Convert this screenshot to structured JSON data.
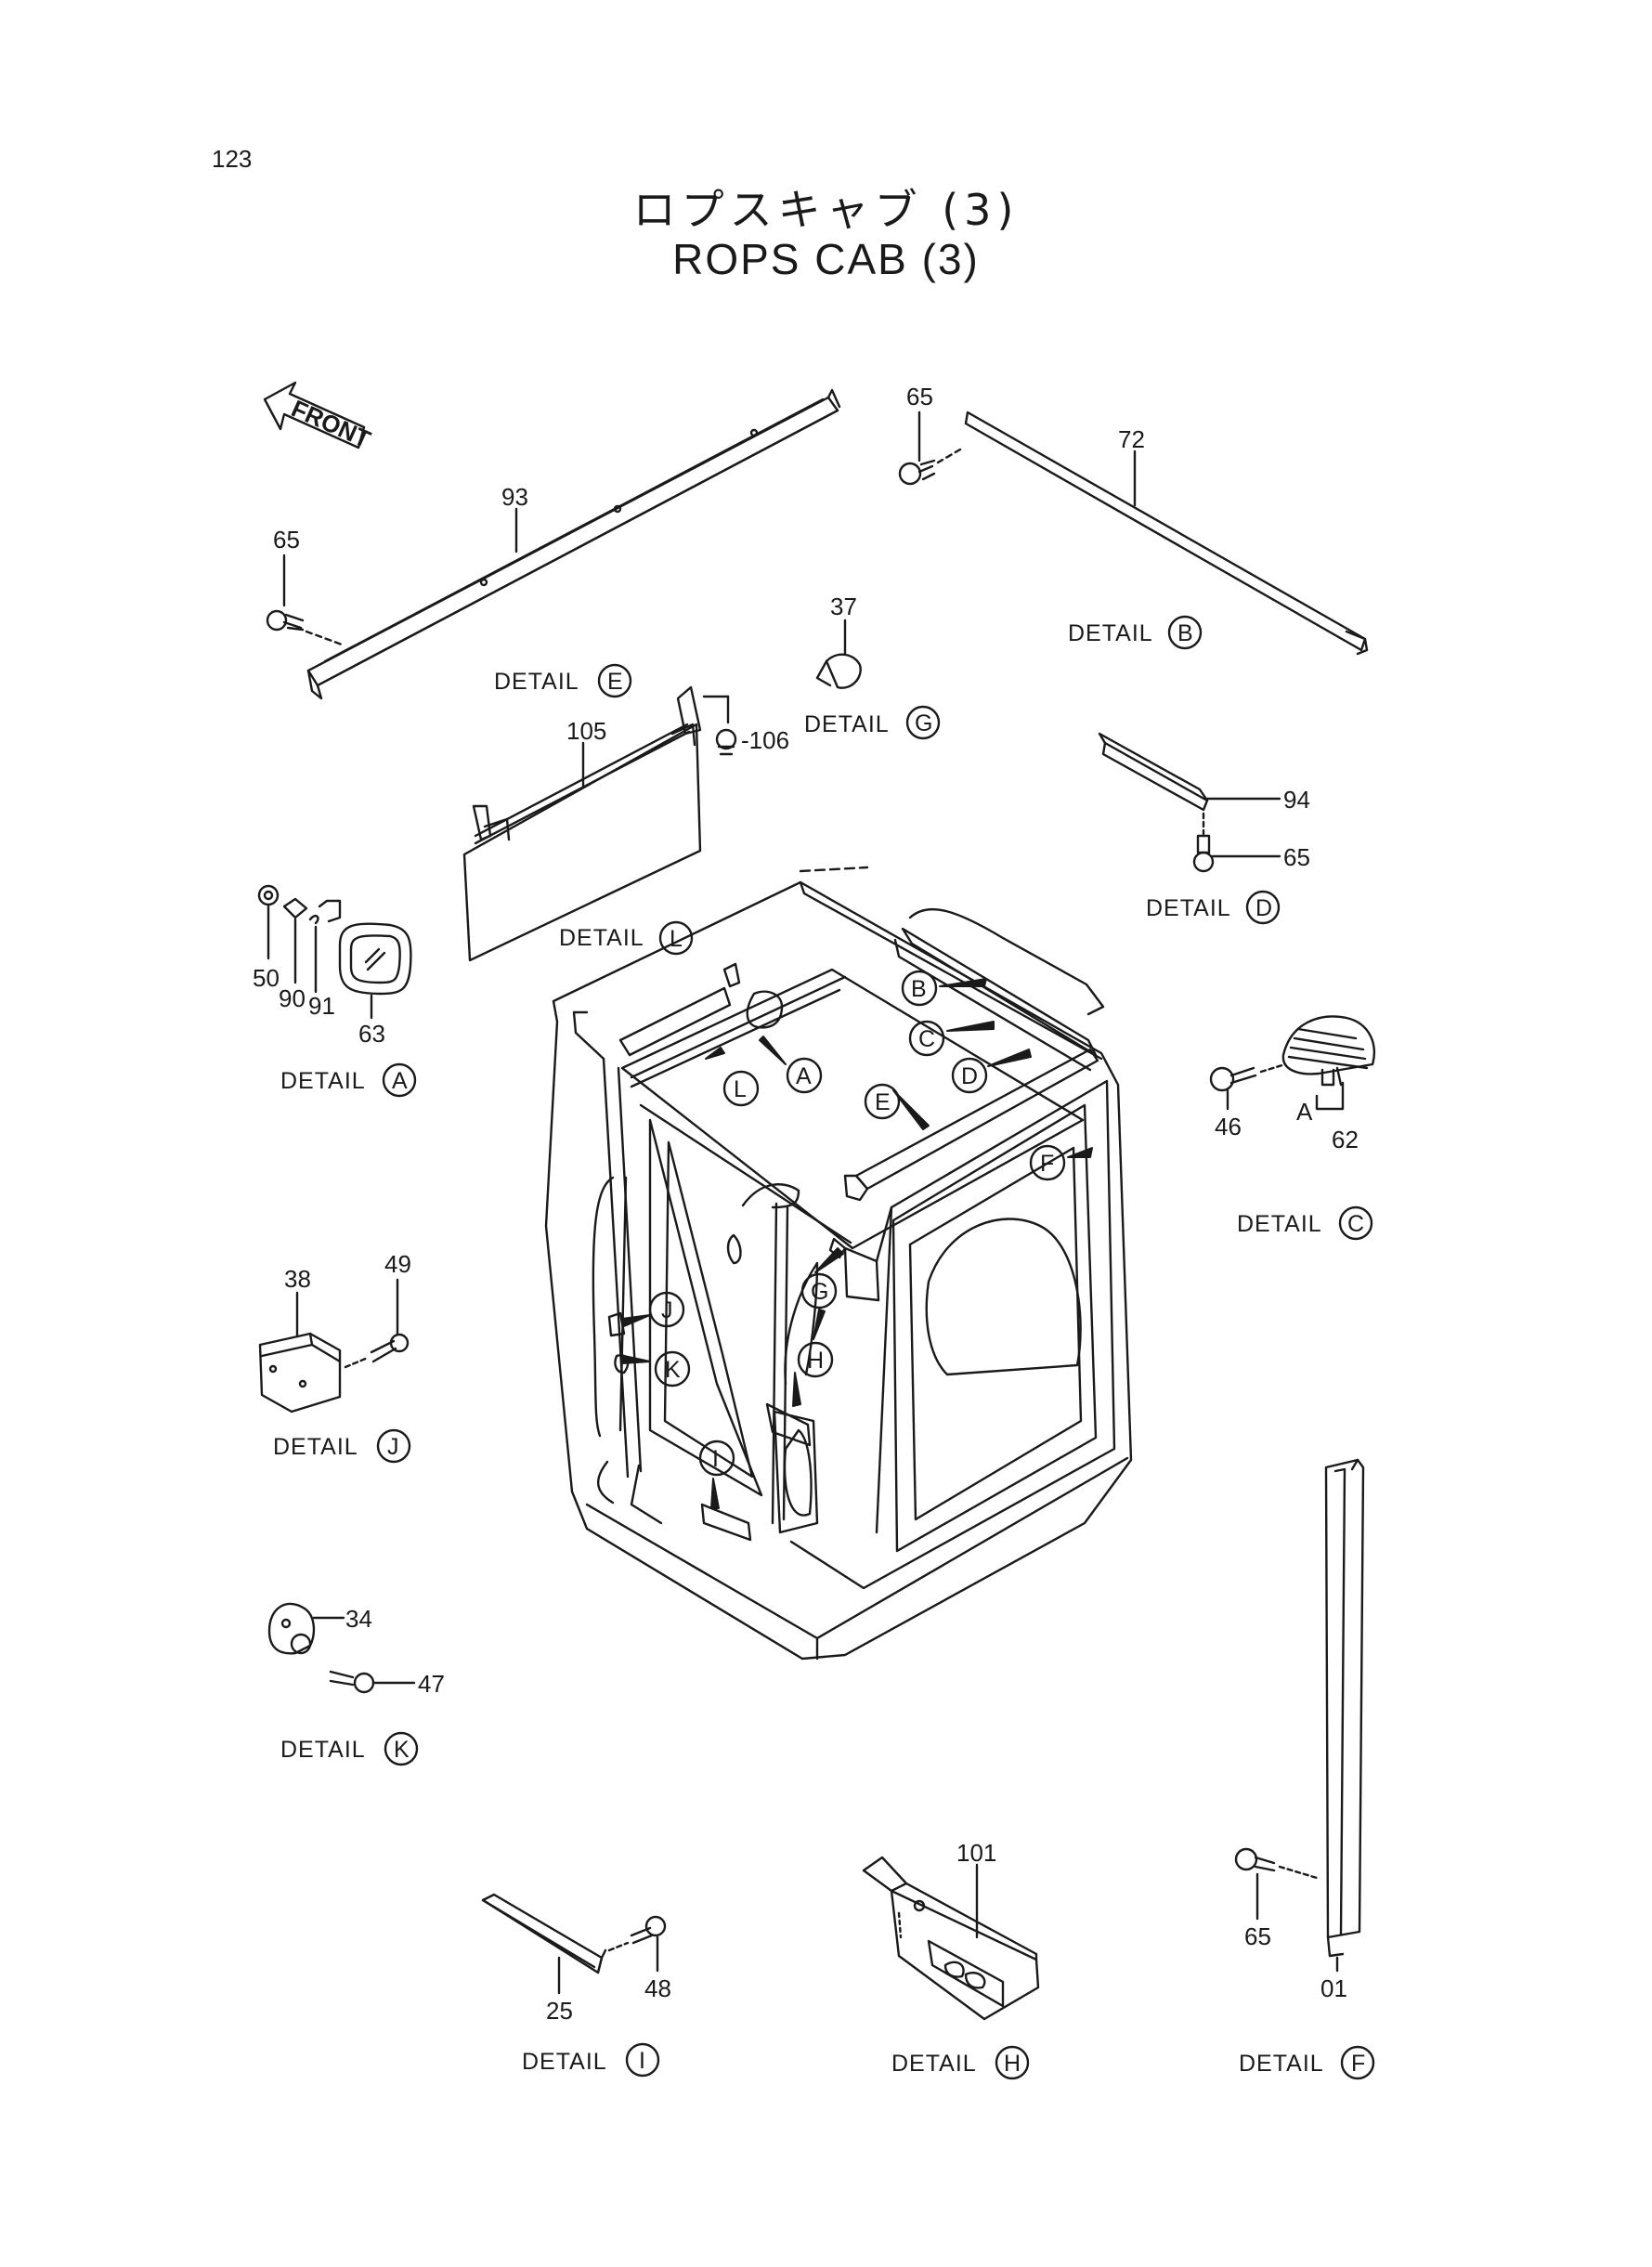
{
  "header": {
    "page_number": "123",
    "title_jp": "ロプスキャブ (3)",
    "title_en": "ROPS CAB (3)"
  },
  "front_label": "FRONT",
  "detail_word": "DETAIL",
  "details": {
    "A": "A",
    "B": "B",
    "C": "C",
    "D": "D",
    "E": "E",
    "F": "F",
    "G": "G",
    "H": "H",
    "I": "I",
    "J": "J",
    "K": "K",
    "L": "L"
  },
  "part_numbers": {
    "p65a": "65",
    "p72": "72",
    "p93": "93",
    "p65b": "65",
    "p37": "37",
    "p105": "105",
    "p106": "-106",
    "p94": "94",
    "p65c": "65",
    "p50": "50",
    "p90": "90",
    "p91": "91",
    "p63": "63",
    "p46": "46",
    "p62": "62",
    "p62A": "A",
    "p38": "38",
    "p49": "49",
    "p34": "34",
    "p47": "47",
    "p101": "101",
    "p65d": "65",
    "p01": "01",
    "p25": "25",
    "p48": "48"
  },
  "colors": {
    "line": "#1a1a1a",
    "background": "#ffffff"
  }
}
